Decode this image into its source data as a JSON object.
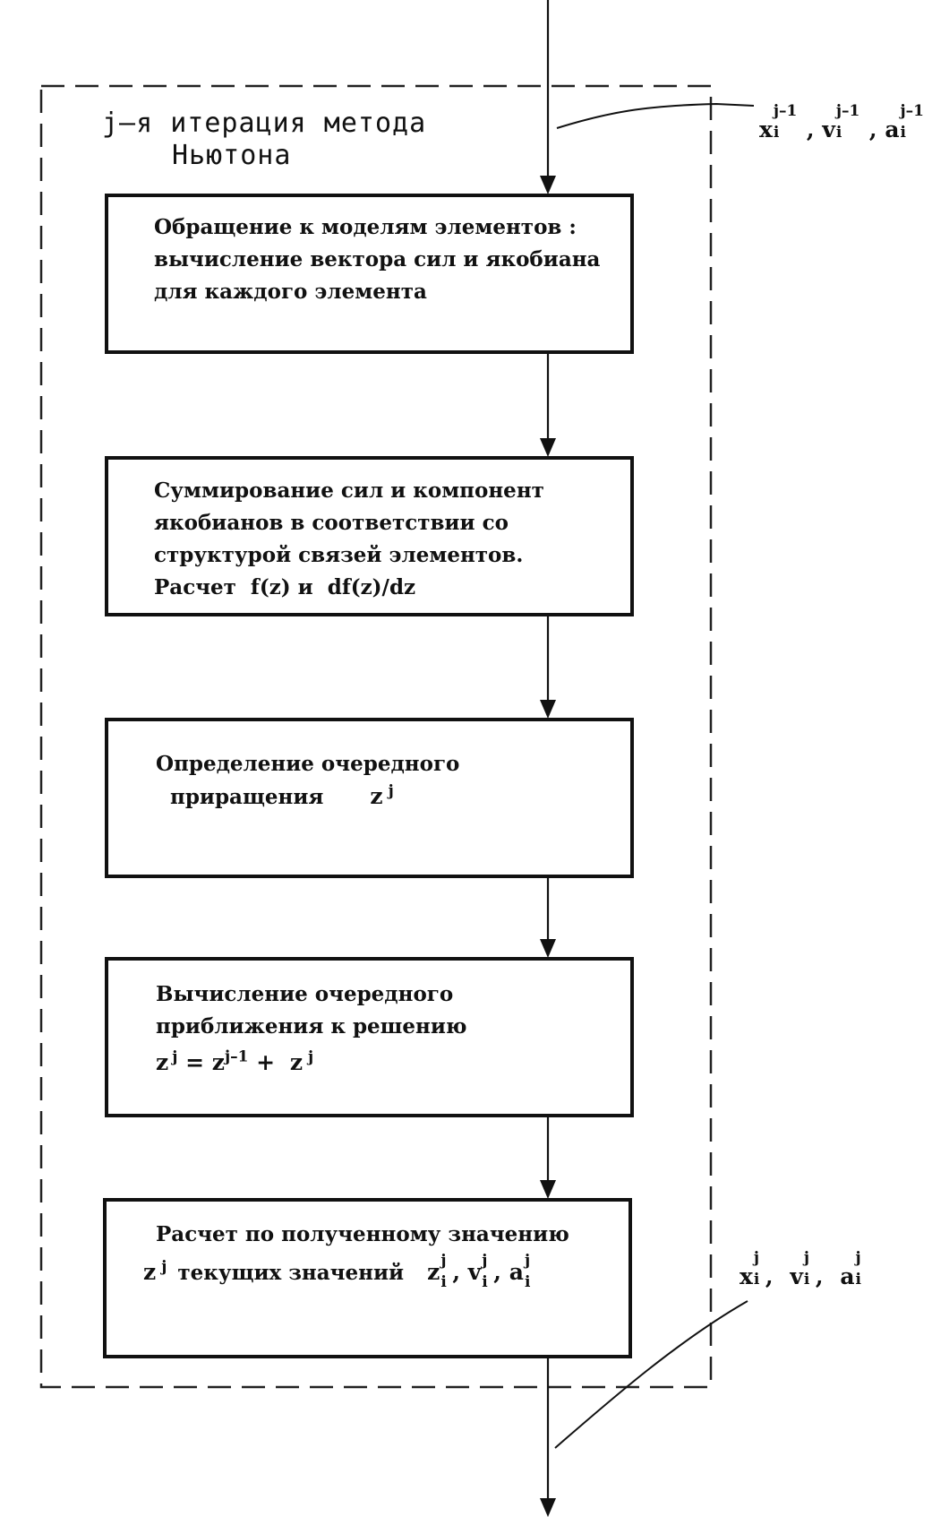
{
  "diagram": {
    "title_line1": "j–я итерация метода",
    "title_line2": "Ньютона",
    "input_label": {
      "x": "x",
      "v": "v",
      "a": "a",
      "sub": "i",
      "sup": "j–1",
      "sep": ","
    },
    "output_label": {
      "x": "x",
      "v": "v",
      "a": "a",
      "sub": "i",
      "sup": "j",
      "sep": ","
    },
    "box1": [
      "Обращение к моделям элементов :",
      "вычисление вектора сил и якобиана",
      "для каждого элемента"
    ],
    "box2": [
      "Суммирование сил и компонент",
      "якобианов в соответствии со",
      "структурой связей элементов.",
      "Расчет  f(z) и  df(z)/dz"
    ],
    "box3": {
      "line1": "Определение очередного",
      "line2": "приращения",
      "z": "z",
      "sup": "j"
    },
    "box4": {
      "line1": "Вычисление очередного",
      "line2": "приближения к решению",
      "z": "z",
      "sup_j": "j",
      "sup_j1": "j–1",
      "eq": "=",
      "plus": "+"
    },
    "box5": {
      "line1": "Расчет по полученному значению",
      "z": "z",
      "sup": "j",
      "middle": "текущих значений",
      "vars": {
        "z": "z",
        "v": "v",
        "a": "a",
        "sub": "i",
        "sup": "j",
        "sep": ","
      }
    }
  }
}
